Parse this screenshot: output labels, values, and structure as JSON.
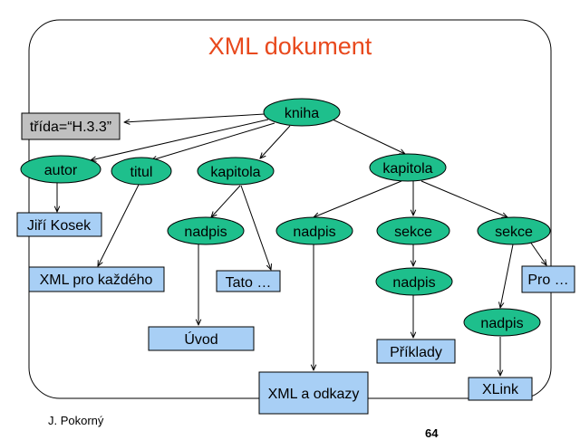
{
  "title": "XML dokument",
  "footer": {
    "author": "J. Pokorný",
    "page": "64"
  },
  "colors": {
    "node_fill": "#1ebf8c",
    "leaf_fill": "#a8cff5",
    "attr_fill": "#c0c0c0",
    "title": "#e8491d"
  },
  "nodes": {
    "kniha": "kniha",
    "attr_trida": "třída=“H.3.3”",
    "autor": "autor",
    "titul": "titul",
    "kapitola1": "kapitola",
    "kapitola2": "kapitola",
    "nadpis1": "nadpis",
    "nadpis2": "nadpis",
    "sekce1": "sekce",
    "sekce2": "sekce",
    "nadpis3": "nadpis",
    "nadpis4": "nadpis",
    "jiri_kosek": "Jiří Kosek",
    "xml_pro_kazdeho": "XML pro každého",
    "tato": "Tato …",
    "uvod": "Úvod",
    "xml_a_odkazy": "XML a odkazy",
    "priklady": "Příklady",
    "xlink": "XLink",
    "pro": "Pro …"
  }
}
